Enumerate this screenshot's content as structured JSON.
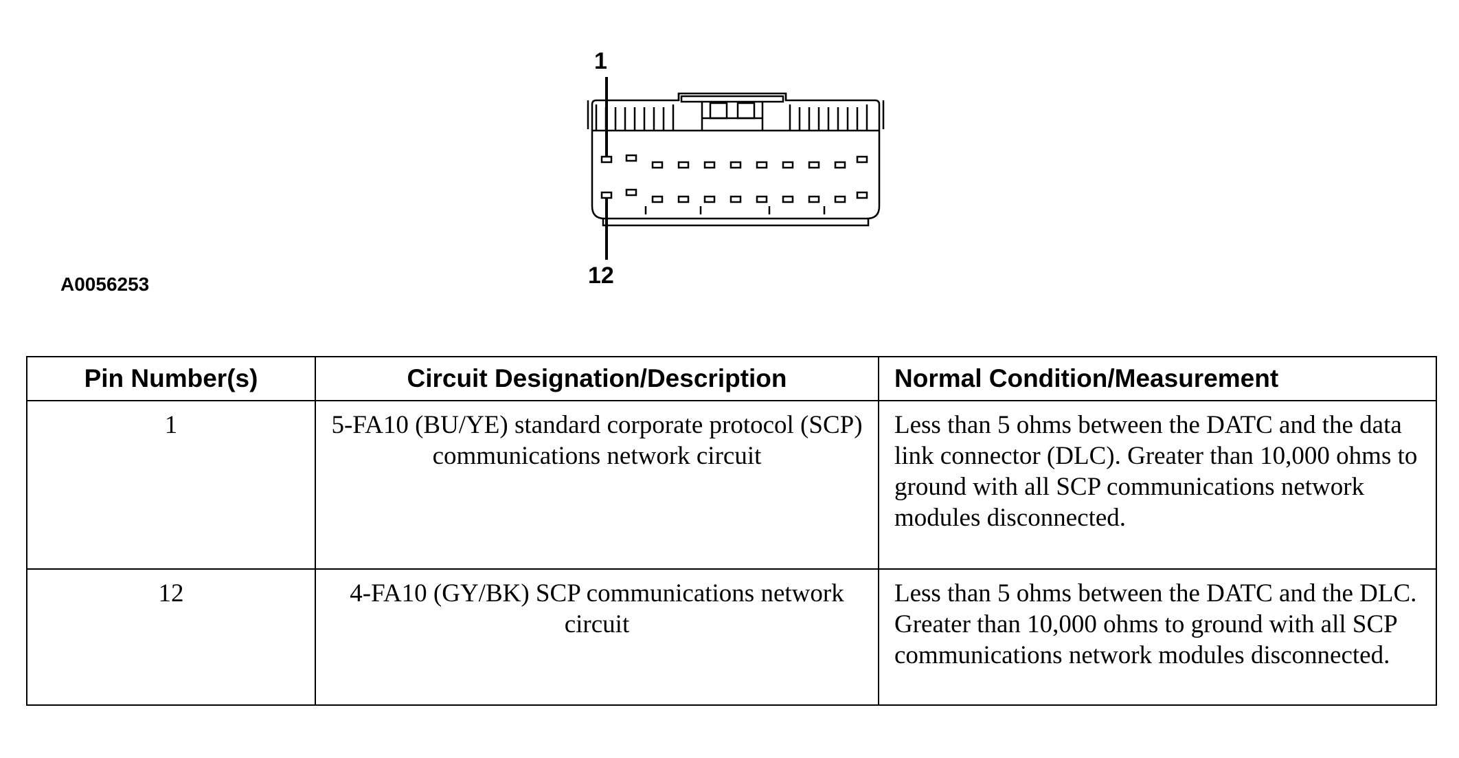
{
  "figure": {
    "pin_callouts": [
      "1",
      "12"
    ],
    "figure_code": "A0056253"
  },
  "table": {
    "headers": {
      "pin": "Pin Number(s)",
      "description": "Circuit Designation/Description",
      "measurement": "Normal Condition/Measurement"
    },
    "rows": [
      {
        "pin": "1",
        "description": "5-FA10 (BU/YE) standard corporate protocol (SCP) communications network circuit",
        "measurement": "Less than 5 ohms between the DATC and the data link connector (DLC). Greater than 10,000 ohms to ground with all SCP communications network modules disconnected."
      },
      {
        "pin": "12",
        "description": "4-FA10 (GY/BK) SCP communications network circuit",
        "measurement": "Less than 5 ohms between the DATC and the DLC. Greater than 10,000 ohms to ground with all SCP communications network modules disconnected."
      }
    ]
  }
}
